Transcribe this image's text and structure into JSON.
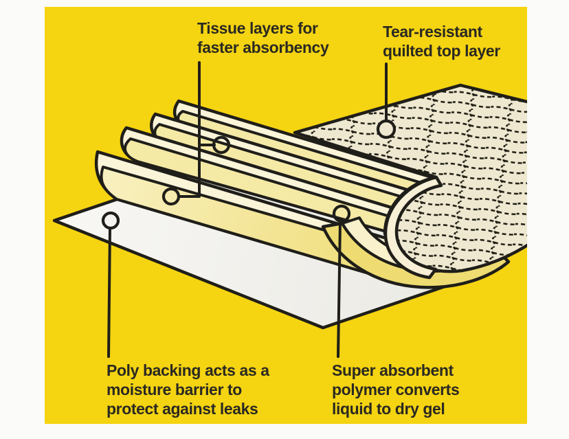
{
  "page": {
    "background": "#FBFBF9"
  },
  "card": {
    "background": "#F5D411",
    "outline": "#1F1E19"
  },
  "labels": {
    "tissue": "Tissue layers for\nfaster absorbency",
    "tear": "Tear-resistant\nquilted top layer",
    "poly": "Poly backing acts as a\nmoisture barrier to\nprotect against leaks",
    "super": "Super absorbent\npolymer converts\nliquid to dry gel"
  },
  "illustration": {
    "description": "Cutaway diagram of a disposable absorbent pad: a quilted top layer rolled back at the right, four fanned tissue layers peeled up in the middle, all resting on a white poly backing sheet, with five circular callout markers.",
    "parts": [
      {
        "name": "quilted-top-layer",
        "fill": "#EFE8D1",
        "pattern": "black dashed quilting"
      },
      {
        "name": "tissue-layers",
        "count": 4,
        "face_fill": "#F5E9A6",
        "edge_fill": "#FAF4D9"
      },
      {
        "name": "super-absorbent-core",
        "fill": "#EEDC72"
      },
      {
        "name": "poly-backing-sheet",
        "fill": "#F2F1ED"
      }
    ],
    "callout_markers": 5,
    "line_color": "#1F1E19"
  }
}
